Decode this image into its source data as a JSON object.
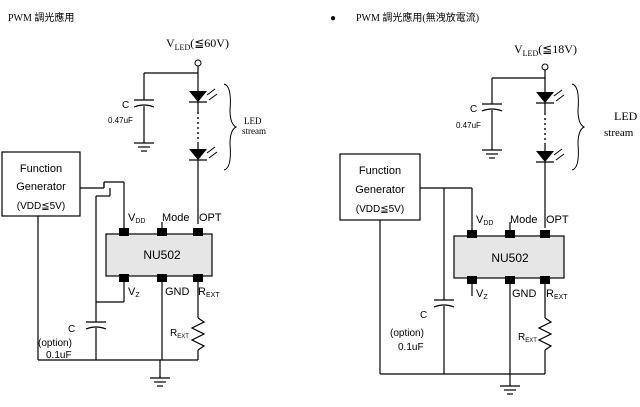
{
  "left": {
    "heading": "PWM 調光應用",
    "vled_prefix": "V",
    "vled_sub": "LED",
    "vled_suffix": "(≦60V)",
    "cap_top_label": "C",
    "cap_top_value": "0.47uF",
    "led_label_1": "LED",
    "led_label_2": "stream",
    "fg_line1": "Function",
    "fg_line2": "Generator",
    "fg_line3": "(VDD≦5V)",
    "chip": "NU502",
    "pin_vdd": "V",
    "pin_vdd_sub": "DD",
    "pin_mode": "Mode",
    "pin_opt": "OPT",
    "pin_vz": "V",
    "pin_vz_sub": "Z",
    "pin_gnd": "GND",
    "pin_rext": "R",
    "pin_rext_sub": "EXT",
    "res_label": "R",
    "res_sub": "EXT",
    "cap_bot_label": "C",
    "cap_bot_option": "(option)",
    "cap_bot_value": "0.1uF"
  },
  "right": {
    "bullet": "●",
    "heading": "PWM 調光應用(無洩放電流)",
    "vled_prefix": "V",
    "vled_sub": "LED",
    "vled_suffix": "(≦18V)",
    "cap_top_label": "C",
    "cap_top_value": "0.47uF",
    "led_label_1": "LED",
    "led_label_2": "stream",
    "fg_line1": "Function",
    "fg_line2": "Generator",
    "fg_line3": "(VDD≦5V)",
    "chip": "NU502",
    "pin_vdd": "V",
    "pin_vdd_sub": "DD",
    "pin_mode": "Mode",
    "pin_opt": "OPT",
    "pin_vz": "V",
    "pin_vz_sub": "Z",
    "pin_gnd": "GND",
    "pin_rext": "R",
    "pin_rext_sub": "EXT",
    "res_label": "R",
    "res_sub": "EXT",
    "cap_bot_label": "C",
    "cap_bot_option": "(option)",
    "cap_bot_value": "0.1uF"
  }
}
